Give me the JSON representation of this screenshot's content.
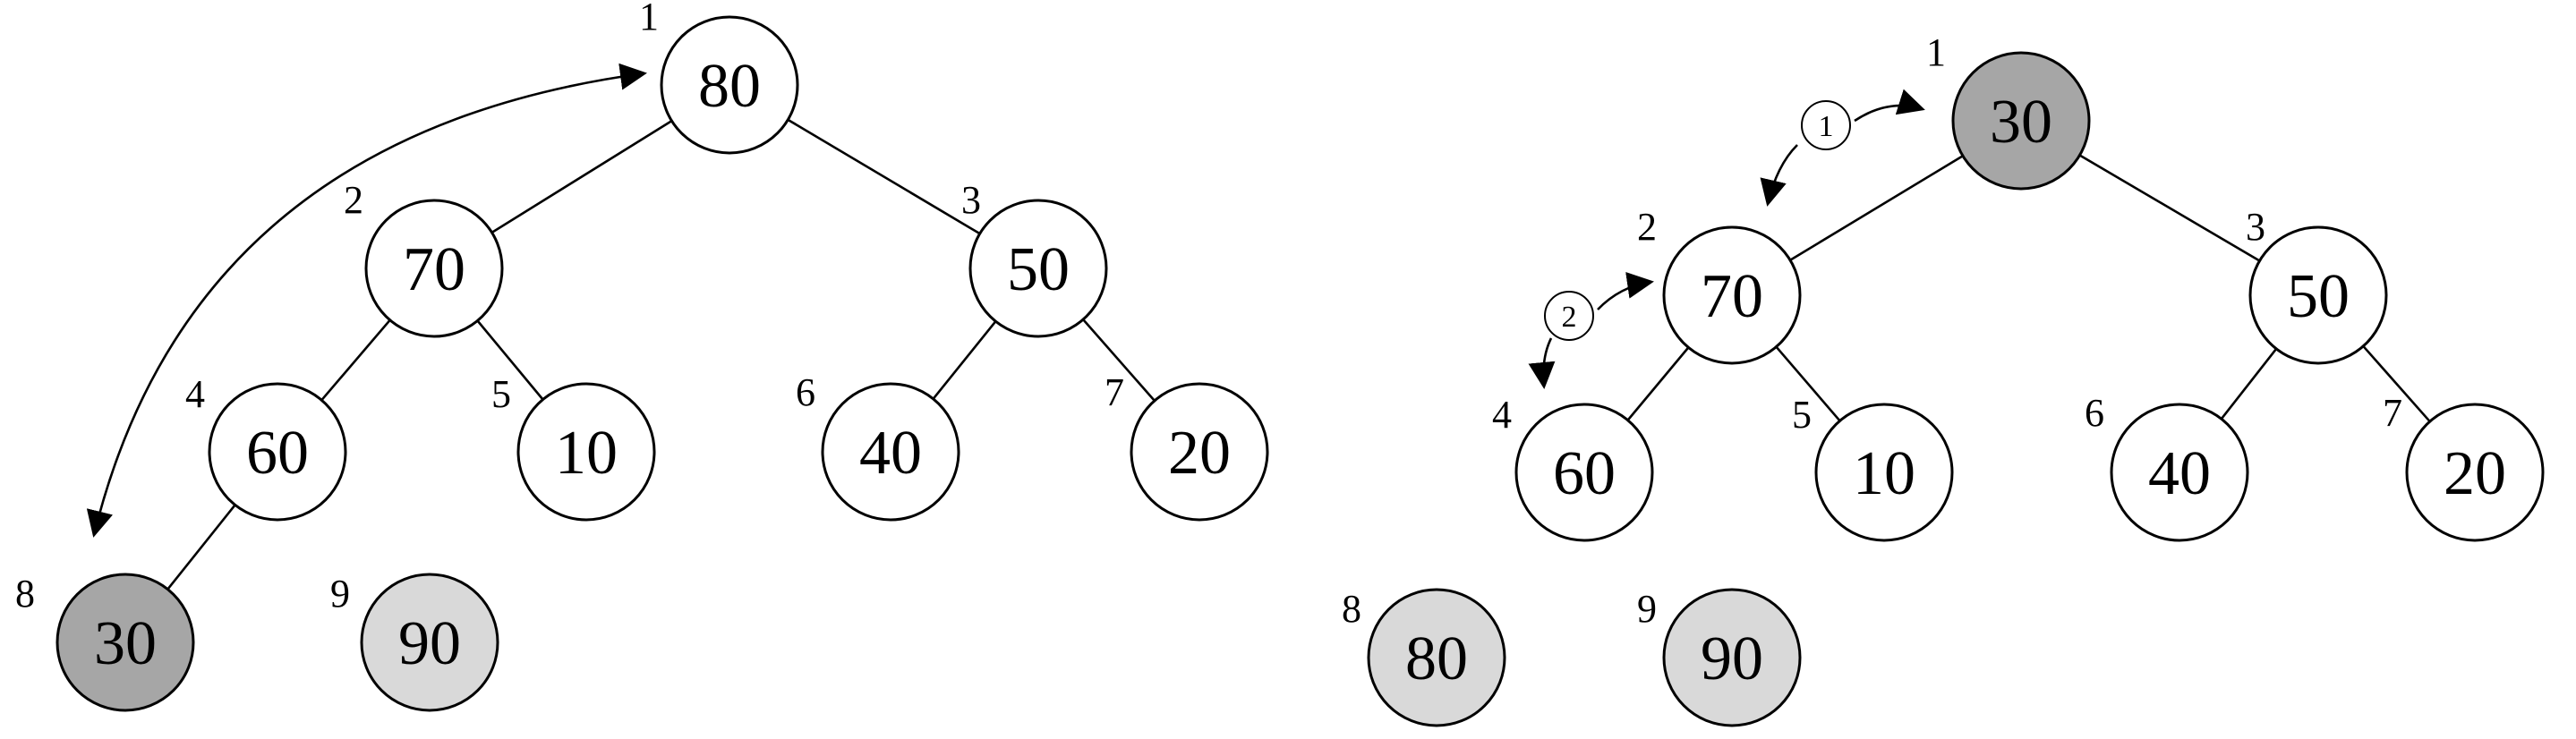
{
  "colors": {
    "white": "#ffffff",
    "dark_gray": "#a6a6a6",
    "light_gray": "#d9d9d9",
    "stroke": "#000000"
  },
  "left_tree": {
    "nodes": [
      {
        "index": "1",
        "value": "80",
        "fill": "white"
      },
      {
        "index": "2",
        "value": "70",
        "fill": "white"
      },
      {
        "index": "3",
        "value": "50",
        "fill": "white"
      },
      {
        "index": "4",
        "value": "60",
        "fill": "white"
      },
      {
        "index": "5",
        "value": "10",
        "fill": "white"
      },
      {
        "index": "6",
        "value": "40",
        "fill": "white"
      },
      {
        "index": "7",
        "value": "20",
        "fill": "white"
      },
      {
        "index": "8",
        "value": "30",
        "fill": "dark_gray"
      },
      {
        "index": "9",
        "value": "90",
        "fill": "light_gray"
      }
    ],
    "edges": [
      [
        "1",
        "2"
      ],
      [
        "1",
        "3"
      ],
      [
        "2",
        "4"
      ],
      [
        "2",
        "5"
      ],
      [
        "3",
        "6"
      ],
      [
        "3",
        "7"
      ],
      [
        "4",
        "8"
      ]
    ],
    "swap_arrow": {
      "between": [
        "1",
        "8"
      ],
      "bidirectional": true
    }
  },
  "right_tree": {
    "nodes": [
      {
        "index": "1",
        "value": "30",
        "fill": "dark_gray"
      },
      {
        "index": "2",
        "value": "70",
        "fill": "white"
      },
      {
        "index": "3",
        "value": "50",
        "fill": "white"
      },
      {
        "index": "4",
        "value": "60",
        "fill": "white"
      },
      {
        "index": "5",
        "value": "10",
        "fill": "white"
      },
      {
        "index": "6",
        "value": "40",
        "fill": "white"
      },
      {
        "index": "7",
        "value": "20",
        "fill": "white"
      },
      {
        "index": "8",
        "value": "80",
        "fill": "light_gray"
      },
      {
        "index": "9",
        "value": "90",
        "fill": "light_gray"
      }
    ],
    "edges": [
      [
        "1",
        "2"
      ],
      [
        "1",
        "3"
      ],
      [
        "2",
        "4"
      ],
      [
        "2",
        "5"
      ],
      [
        "3",
        "6"
      ],
      [
        "3",
        "7"
      ]
    ],
    "steps": [
      {
        "label": "①",
        "from": "2",
        "to": "1"
      },
      {
        "label": "②",
        "from": "4",
        "to": "2"
      }
    ]
  }
}
